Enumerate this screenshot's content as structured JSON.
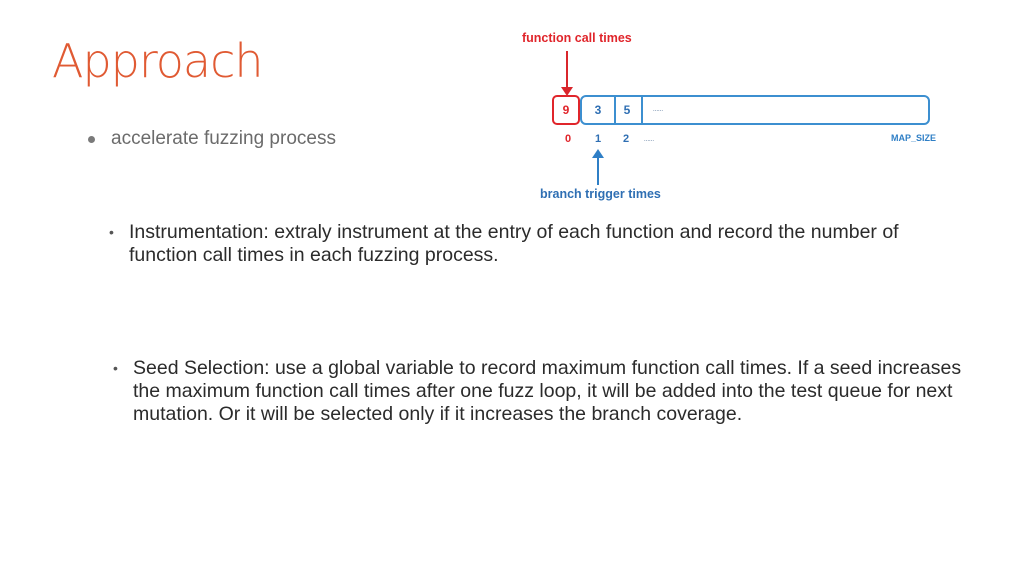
{
  "slide": {
    "title": "Approach",
    "bullet": "accelerate fuzzing process",
    "sub_bullets": [
      {
        "marker": "•",
        "text": "Instrumentation:  extraly instrument at the entry of each function and record the number of function call times in each fuzzing process."
      },
      {
        "marker": "•",
        "text": "Seed Selection: use a global variable to record maximum function call times. If a seed increases the maximum function call times after one fuzz loop, it will be added into the test queue for next mutation. Or it will be selected only if it increases the branch coverage."
      }
    ]
  },
  "diagram": {
    "top_label": "function call times",
    "bottom_label": "branch trigger times",
    "cells": [
      "9",
      "3",
      "5"
    ],
    "ellipsis": "......",
    "indices": [
      "0",
      "1",
      "2"
    ],
    "index_ellipsis": "......",
    "end_label": "MAP_SIZE",
    "colors": {
      "red": "#e0252b",
      "blue": "#2f7fc6",
      "title": "#e05a33"
    }
  }
}
